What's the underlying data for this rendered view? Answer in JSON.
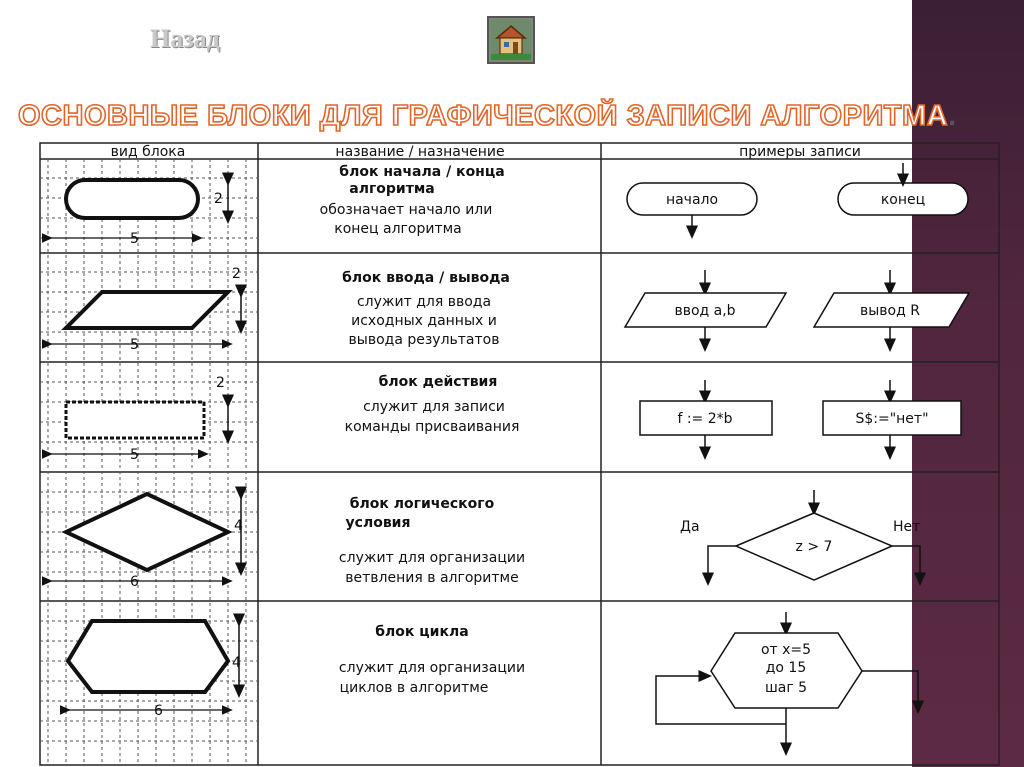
{
  "nav": {
    "back_label": "Назад",
    "home_icon": "house-icon"
  },
  "title": {
    "main": "Основные блоки для графической записи алгоритма",
    "dot": "."
  },
  "table": {
    "headers": [
      "вид блока",
      "название / назначение",
      "примеры записи"
    ],
    "rows": [
      {
        "name_lines": [
          "блок начала / конца",
          "алгоритма"
        ],
        "desc_lines": [
          "обозначает начало или",
          "конец алгоритма"
        ],
        "dims": [
          "2",
          "5"
        ],
        "examples": [
          "начало",
          "конец"
        ]
      },
      {
        "name_lines": [
          "блок ввода / вывода"
        ],
        "desc_lines": [
          "служит для ввода",
          "исходных данных и",
          "вывода результатов"
        ],
        "dims": [
          "2",
          "5"
        ],
        "examples": [
          "ввод a,b",
          "вывод R"
        ]
      },
      {
        "name_lines": [
          "блок   действия"
        ],
        "desc_lines": [
          "служит для записи",
          "команды присваивания"
        ],
        "dims": [
          "2",
          "5"
        ],
        "examples": [
          "f := 2*b",
          "S$:=\"нет\""
        ]
      },
      {
        "name_lines": [
          "блок логического",
          "условия"
        ],
        "desc_lines": [
          "служит для организации",
          "ветвления в алгоритме"
        ],
        "dims": [
          "4",
          "6"
        ],
        "examples": [
          "z > 7"
        ],
        "branches": [
          "Да",
          "Нет"
        ]
      },
      {
        "name_lines": [
          "блок цикла"
        ],
        "desc_lines": [
          "служит для организации",
          "циклов в алгоритме"
        ],
        "dims": [
          "4",
          "6"
        ],
        "examples": [
          "от x=5",
          "до 15",
          "шаг 5"
        ]
      }
    ]
  }
}
